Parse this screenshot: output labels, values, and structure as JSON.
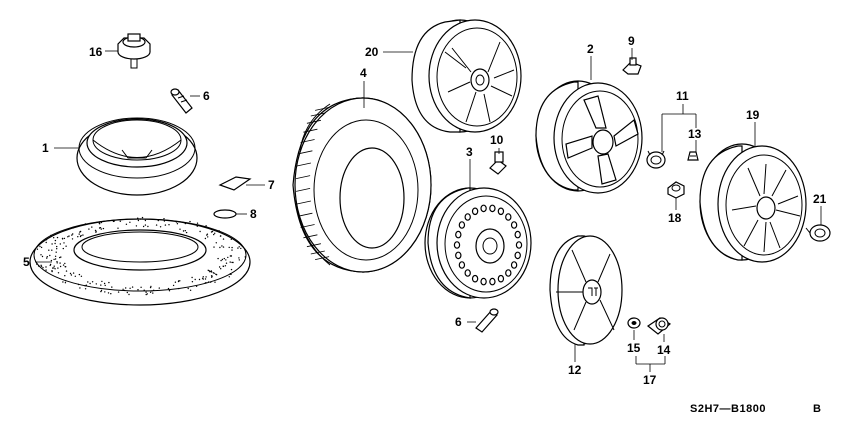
{
  "diagram": {
    "code": "S2H7—B1800",
    "code_suffix": "B"
  },
  "callouts": [
    {
      "id": "1",
      "label": "1"
    },
    {
      "id": "2",
      "label": "2"
    },
    {
      "id": "3",
      "label": "3"
    },
    {
      "id": "4",
      "label": "4"
    },
    {
      "id": "5",
      "label": "5"
    },
    {
      "id": "6a",
      "label": "6"
    },
    {
      "id": "6b",
      "label": "6"
    },
    {
      "id": "7",
      "label": "7"
    },
    {
      "id": "8",
      "label": "8"
    },
    {
      "id": "9",
      "label": "9"
    },
    {
      "id": "10",
      "label": "10"
    },
    {
      "id": "11",
      "label": "11"
    },
    {
      "id": "12",
      "label": "12"
    },
    {
      "id": "13",
      "label": "13"
    },
    {
      "id": "14",
      "label": "14"
    },
    {
      "id": "15",
      "label": "15"
    },
    {
      "id": "16",
      "label": "16"
    },
    {
      "id": "17",
      "label": "17"
    },
    {
      "id": "18",
      "label": "18"
    },
    {
      "id": "19",
      "label": "19"
    },
    {
      "id": "20",
      "label": "20"
    },
    {
      "id": "21",
      "label": "21"
    }
  ]
}
